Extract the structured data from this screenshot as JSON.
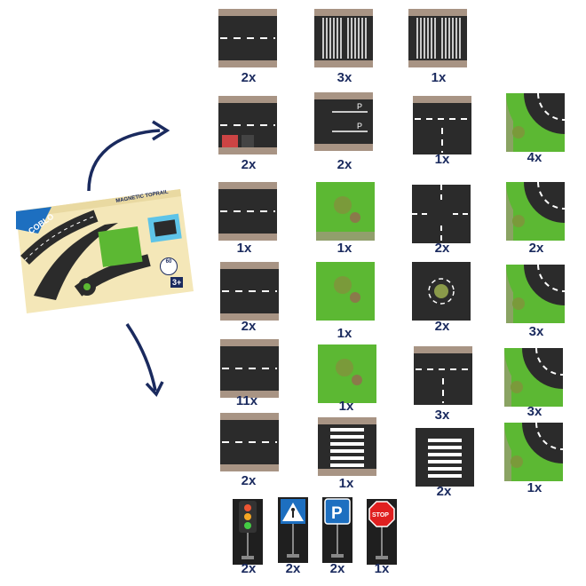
{
  "product": {
    "brand": "COBLO",
    "title": "MAGNETIC TOPRAIL",
    "piece_count": "60",
    "age": "3+"
  },
  "tiles": [
    {
      "id": "t1",
      "count": "2x",
      "kind": "straight-h"
    },
    {
      "id": "t2",
      "count": "3x",
      "kind": "parking-lines"
    },
    {
      "id": "t3",
      "count": "1x",
      "kind": "parking-lines-2"
    },
    {
      "id": "t4",
      "count": "2x",
      "kind": "straight-shops"
    },
    {
      "id": "t5",
      "count": "2x",
      "kind": "parking-p"
    },
    {
      "id": "t6",
      "count": "1x",
      "kind": "t-junction"
    },
    {
      "id": "t7",
      "count": "4x",
      "kind": "curve-grass"
    },
    {
      "id": "t8",
      "count": "1x",
      "kind": "straight-sign"
    },
    {
      "id": "t9",
      "count": "1x",
      "kind": "grass-park"
    },
    {
      "id": "t10",
      "count": "2x",
      "kind": "crossroad"
    },
    {
      "id": "t11",
      "count": "2x",
      "kind": "curve-grass-2"
    },
    {
      "id": "t12",
      "count": "2x",
      "kind": "straight-arrows"
    },
    {
      "id": "t13",
      "count": "1x",
      "kind": "grass"
    },
    {
      "id": "t14",
      "count": "2x",
      "kind": "roundabout"
    },
    {
      "id": "t15",
      "count": "3x",
      "kind": "curve-grass-3"
    },
    {
      "id": "t16",
      "count": "11x",
      "kind": "straight"
    },
    {
      "id": "t17",
      "count": "1x",
      "kind": "grass-2"
    },
    {
      "id": "t18",
      "count": "3x",
      "kind": "t-junction-2"
    },
    {
      "id": "t19",
      "count": "3x",
      "kind": "curve-grass-4"
    },
    {
      "id": "t20",
      "count": "2x",
      "kind": "straight-2"
    },
    {
      "id": "t21",
      "count": "1x",
      "kind": "zebra"
    },
    {
      "id": "t22",
      "count": "2x",
      "kind": "zebra-2"
    },
    {
      "id": "t23",
      "count": "1x",
      "kind": "curve-grass-5"
    }
  ],
  "signs": [
    {
      "id": "s1",
      "count": "2x",
      "kind": "traffic-light"
    },
    {
      "id": "s2",
      "count": "2x",
      "kind": "pedestrian-crossing"
    },
    {
      "id": "s3",
      "count": "2x",
      "kind": "parking",
      "letter": "P"
    },
    {
      "id": "s4",
      "count": "1x",
      "kind": "stop",
      "text": "STOP"
    }
  ],
  "colors": {
    "asphalt": "#2b2b2b",
    "grass": "#5cb833",
    "brick": "#a89484",
    "count_text": "#1a2a5e",
    "arrow": "#1a2a5e"
  }
}
